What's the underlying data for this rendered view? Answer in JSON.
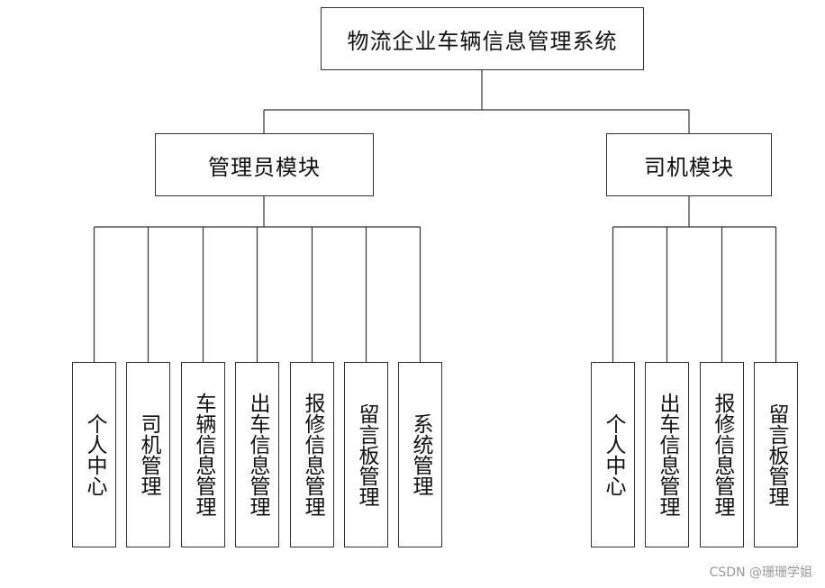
{
  "diagram": {
    "root": {
      "label": "物流企业车辆信息管理系统"
    },
    "modules": [
      {
        "label": "管理员模块",
        "children": [
          "个人中心",
          "司机管理",
          "车辆信息管理",
          "出车信息管理",
          "报修信息管理",
          "留言板管理",
          "系统管理"
        ]
      },
      {
        "label": "司机模块",
        "children": [
          "个人中心",
          "出车信息管理",
          "报修信息管理",
          "留言板管理"
        ]
      }
    ]
  },
  "watermark": "CSDN @珊珊学姐",
  "colors": {
    "line": "#333333",
    "text": "#111111",
    "watermark": "#9a9a9a"
  }
}
